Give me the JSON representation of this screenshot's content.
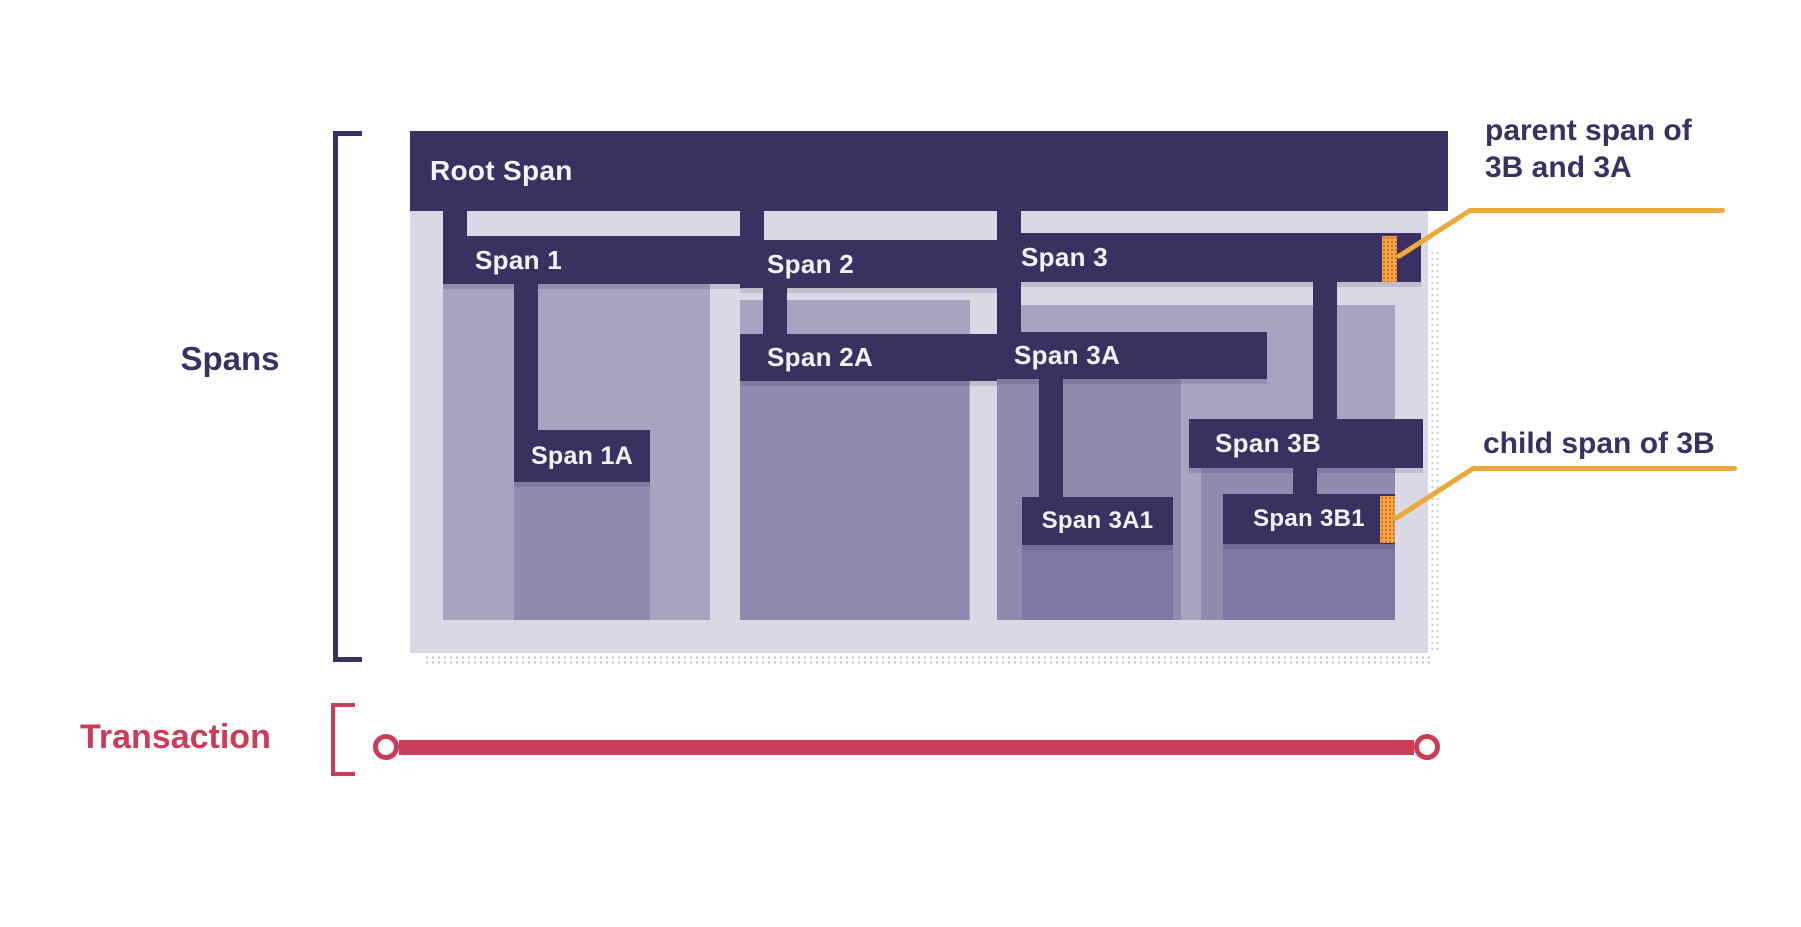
{
  "labels": {
    "spans_axis": "Spans",
    "transaction_axis": "Transaction"
  },
  "spans": {
    "root": "Root Span",
    "s1": "Span 1",
    "s1a": "Span 1A",
    "s2": "Span 2",
    "s2a": "Span 2A",
    "s3": "Span 3",
    "s3a": "Span 3A",
    "s3a1": "Span 3A1",
    "s3b": "Span 3B",
    "s3b1": "Span 3B1"
  },
  "annotations": {
    "parent_line1": "parent span of",
    "parent_line2": "3B and 3A",
    "child": "child span of 3B"
  },
  "colors": {
    "span_bar_dark": "#3a3160",
    "body_level1": "#a8a3c0",
    "body_level2": "#8f8aae",
    "body_level3": "#7e78a5",
    "panel_background": "#dad8e4",
    "marker_orange": "#f0a53c",
    "callout_yellow": "#eba93c",
    "transaction_red": "#cb3c58",
    "label_text_light": "#f4f2f8"
  }
}
